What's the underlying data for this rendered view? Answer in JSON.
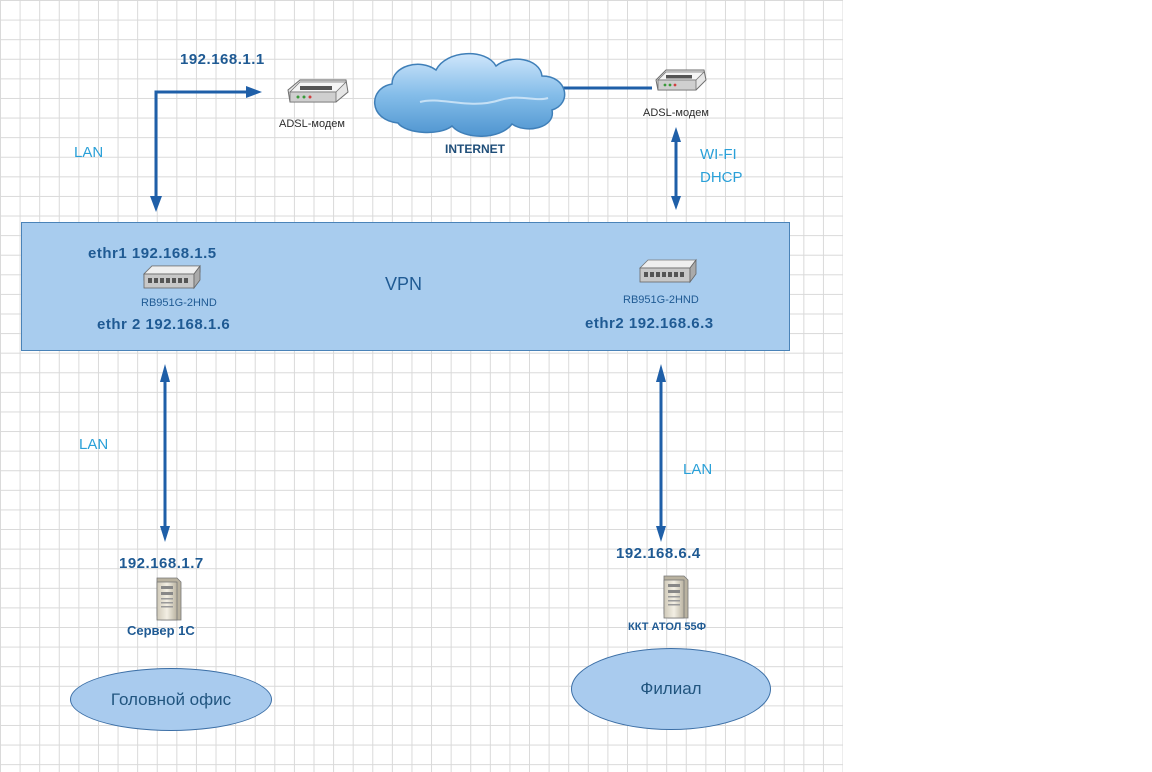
{
  "labels": {
    "top_ip": "192.168.1.1",
    "lan_topleft": "LAN",
    "modem_left": "ADSL-модем",
    "internet": "INTERNET",
    "modem_right": "ADSL-модем",
    "wifi": "WI-FI",
    "dhcp": "DHCP",
    "vpn": "VPN",
    "router_left_ip1": "ethr1 192.168.1.5",
    "router_left_name": "RB951G-2HND",
    "router_left_ip2": "ethr 2 192.168.1.6",
    "router_right_name": "RB951G-2HND",
    "router_right_ip": "ethr2 192.168.6.3",
    "lan_left": "LAN",
    "lan_right": "LAN",
    "server_ip": "192.168.1.7",
    "server_name": "Сервер 1С",
    "kkt_ip": "192.168.6.4",
    "kkt_name": "ККТ АТОЛ 55Ф",
    "office_head": "Головной офис",
    "office_branch": "Филиал"
  },
  "icons": {
    "modem": "adsl-modem-icon",
    "cloud": "cloud-icon",
    "router": "network-switch-icon",
    "server": "server-tower-icon"
  },
  "colors": {
    "vpn_fill": "#a8ccee",
    "arrow": "#1f5fa8",
    "ip_text": "#1f5a93",
    "lan_text": "#2aa0d8"
  }
}
